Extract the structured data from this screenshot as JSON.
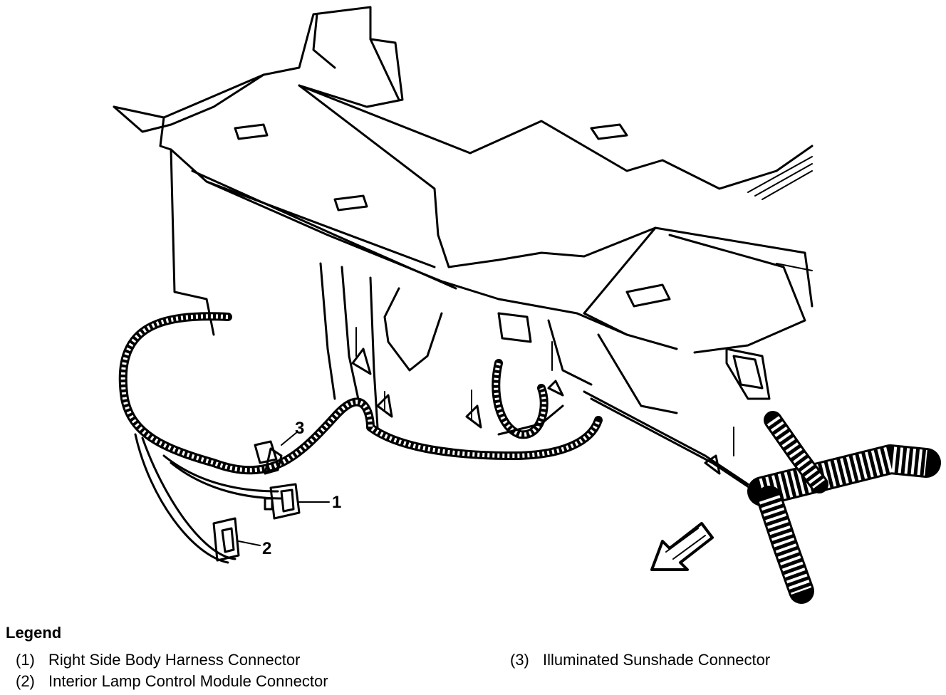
{
  "figure": {
    "callouts": [
      {
        "number": "1"
      },
      {
        "number": "2"
      },
      {
        "number": "3"
      }
    ]
  },
  "legend": {
    "title": "Legend",
    "items": [
      {
        "number": "(1)",
        "label": "Right Side Body Harness Connector"
      },
      {
        "number": "(2)",
        "label": "Interior Lamp Control Module Connector"
      },
      {
        "number": "(3)",
        "label": "Illuminated Sunshade Connector"
      }
    ]
  }
}
